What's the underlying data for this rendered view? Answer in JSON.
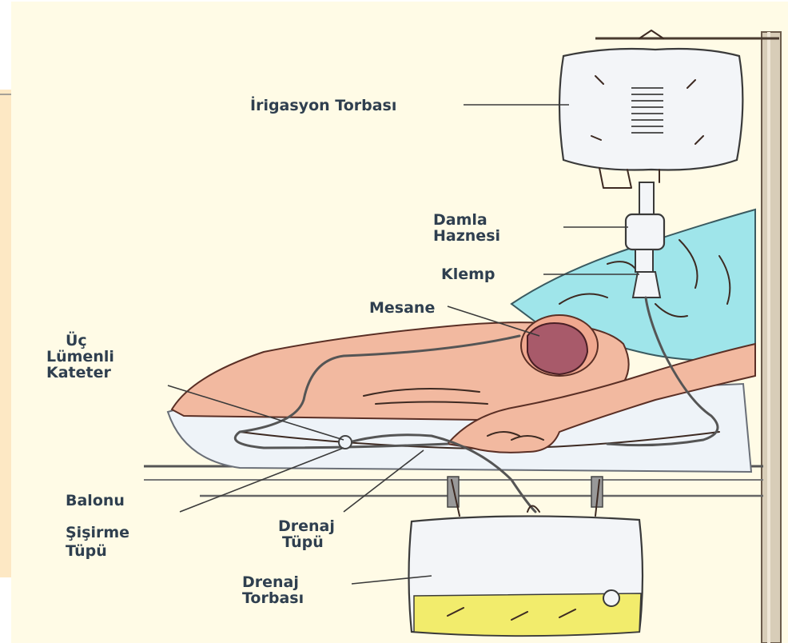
{
  "labels": {
    "irrigation_bag": "İrigasyon Torbası",
    "drip_chamber_1": "Damla",
    "drip_chamber_2": "Haznesi",
    "clamp": "Klemp",
    "bladder": "Mesane",
    "catheter_1": "Üç",
    "catheter_2": "Lümenli",
    "catheter_3": "Kateter",
    "balloon_1": "Balonu",
    "balloon_2": "Şişirme",
    "balloon_3": "Tüpü",
    "drain_tube_1": "Drenaj",
    "drain_tube_2": "Tüpü",
    "drain_bag_1": "Drenaj",
    "drain_bag_2": "Torbası"
  },
  "colors": {
    "background": "#fffbe6",
    "skin": "#f2b9a0",
    "skin_dark": "#e39d84",
    "gown": "#9fe5ea",
    "bladder": "#a85a6a",
    "sheet": "#eef3f8",
    "bag": "#f3f5f8",
    "urine": "#f2ec6c",
    "pole": "#cfc3b0"
  }
}
